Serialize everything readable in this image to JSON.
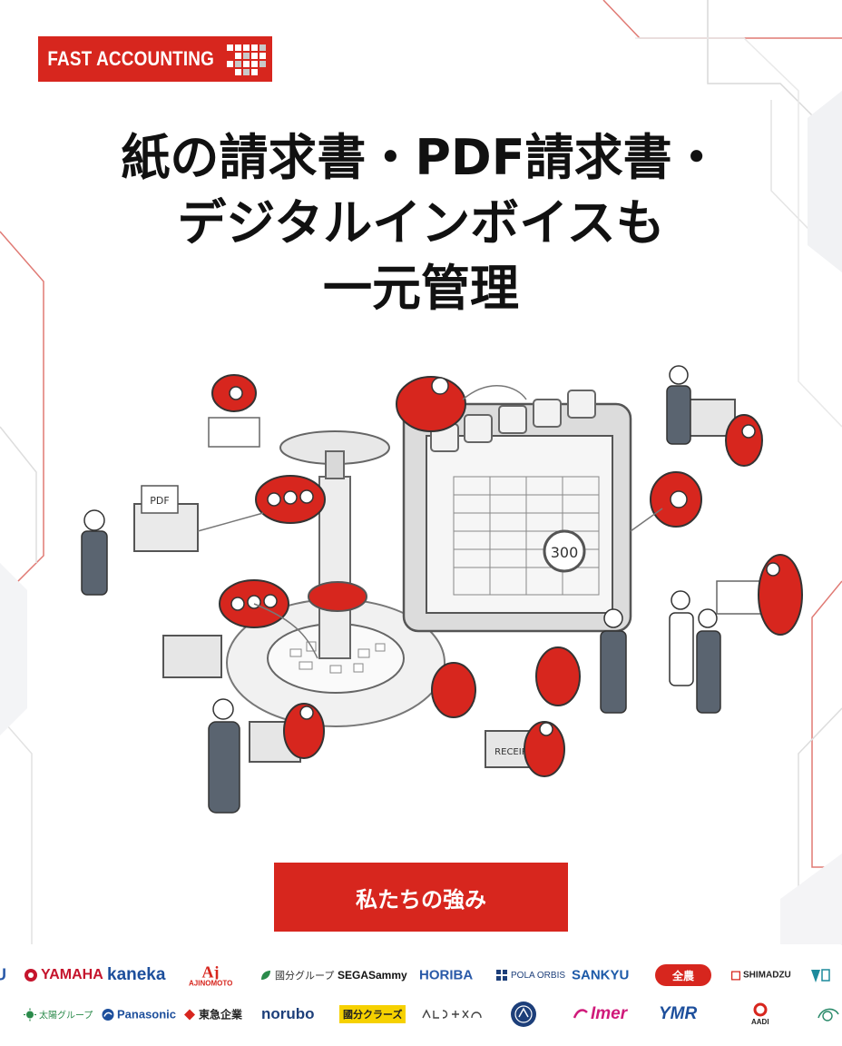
{
  "brand": {
    "name": "FAST ACCOUNTING",
    "accent": "#d7261e"
  },
  "hero": {
    "headline_lines": [
      "紙の請求書・PDF請求書・",
      "デジタルインボイスも",
      "一元管理"
    ]
  },
  "illustration": {
    "labels": {
      "pdf": "PDF",
      "receipt": "RECEIPT",
      "counter": "300"
    }
  },
  "cta": {
    "label": "私たちの強み"
  },
  "client_logos": {
    "row1": [
      {
        "name": "U",
        "color": "#2a5aa8"
      },
      {
        "name": "YAMAHA",
        "color": "#c5142c"
      },
      {
        "name": "kaneka",
        "color": "#1d4f9c"
      },
      {
        "name": "AJINOMOTO",
        "color": "#d7261e"
      },
      {
        "name": "國分グループ",
        "color": "#333333"
      },
      {
        "name": "SEGASammy",
        "color": "#111111"
      },
      {
        "name": "HORIBA",
        "color": "#2a5aa8"
      },
      {
        "name": "POLA ORBIS",
        "color": "#1d3f7a"
      },
      {
        "name": "SANKYU",
        "color": "#1d5aa8"
      },
      {
        "name": "全農",
        "color": "#d7261e"
      },
      {
        "name": "SHIMADZU",
        "color": "#222222"
      }
    ],
    "row2": [
      {
        "name": "太陽グループ",
        "color": "#2a8a4a"
      },
      {
        "name": "Panasonic",
        "color": "#1d4f9c"
      },
      {
        "name": "東急企業",
        "color": "#d7261e"
      },
      {
        "name": "norubo",
        "color": "#1d3f7a"
      },
      {
        "name": "國分クラーズ",
        "color": "#222222"
      },
      {
        "name": "Imer",
        "color": "#d01a7a"
      },
      {
        "name": "YMR",
        "color": "#1d4f9c"
      },
      {
        "name": "AADI",
        "color": "#222222"
      }
    ]
  }
}
